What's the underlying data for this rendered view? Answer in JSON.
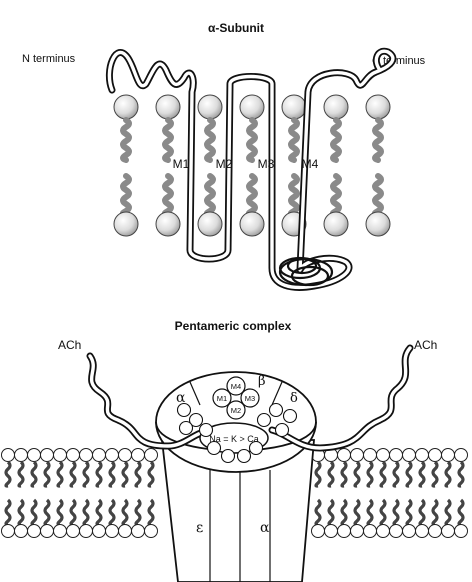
{
  "top": {
    "title": "α-Subunit",
    "n_terminus": "N terminus",
    "c_terminus": "C terminus",
    "segments": [
      "M1",
      "M2",
      "M3",
      "M4"
    ]
  },
  "bottom": {
    "title": "Pentameric complex",
    "ach_left": "ACh",
    "ach_right": "ACh",
    "subunits": {
      "alpha_top": "α",
      "beta": "β",
      "delta": "δ",
      "epsilon": "ε",
      "alpha_front": "α"
    },
    "helices": {
      "m1": "M1",
      "m2": "M2",
      "m3": "M3",
      "m4": "M4"
    },
    "selectivity": "Na = K > Ca"
  },
  "colors": {
    "line": "#111111",
    "lipid_head": "#e6e6e6",
    "lipid_tail": "#9a9a9a",
    "background": "#ffffff"
  }
}
